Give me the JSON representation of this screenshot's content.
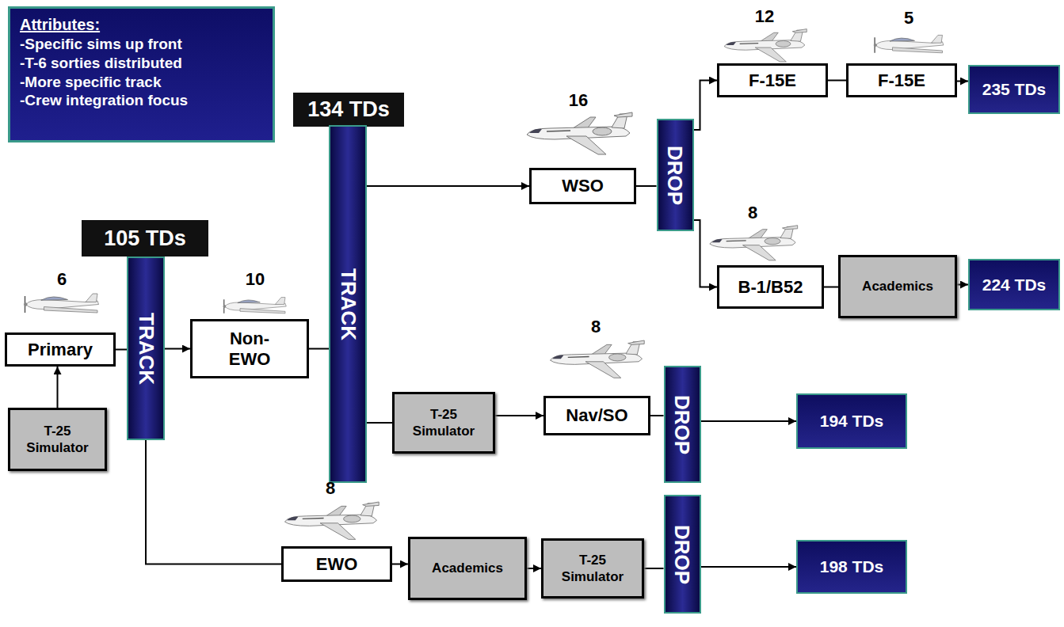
{
  "diagram": {
    "nodes": [
      {
        "text": [
          "Attributes:",
          "-Specific sims up front",
          "-T-6 sorties distributed",
          "-More specific track",
          "-Crew integration focus"
        ]
      },
      {
        "text": [
          "105 TDs"
        ]
      },
      {
        "text": [
          "TRACK"
        ]
      },
      {
        "text": [
          "Primary"
        ]
      },
      {
        "text": [
          "T-25 Simulator"
        ]
      },
      {
        "text": [
          "Non- EWO"
        ]
      },
      {
        "text": [
          "134 TDs"
        ]
      },
      {
        "text": [
          "TRACK"
        ]
      },
      {
        "text": [
          "WSO"
        ]
      },
      {
        "text": [
          "DROP"
        ]
      },
      {
        "text": [
          "F-15E"
        ]
      },
      {
        "text": [
          "F-15E"
        ]
      },
      {
        "text": [
          "235 TDs"
        ]
      },
      {
        "text": [
          "B-1/B52"
        ]
      },
      {
        "text": [
          "Academics"
        ]
      },
      {
        "text": [
          "224 TDs"
        ]
      },
      {
        "text": [
          "T-25 Simulator"
        ]
      },
      {
        "text": [
          "Nav/SO"
        ]
      },
      {
        "text": [
          "DROP"
        ]
      },
      {
        "text": [
          "194 TDs"
        ]
      },
      {
        "text": [
          "EWO"
        ]
      },
      {
        "text": [
          "Academics"
        ]
      },
      {
        "text": [
          "T-25 Simulator"
        ]
      },
      {
        "text": [
          "DROP"
        ]
      },
      {
        "text": [
          "198 TDs"
        ]
      }
    ],
    "edges": [
      {
        "from": 4,
        "to": 3,
        "arrow": "to"
      },
      {
        "from": 3,
        "to": 2,
        "arrow": "none"
      },
      {
        "from": 2,
        "to": 5,
        "arrow": "to"
      },
      {
        "from": 2,
        "to": 20,
        "arrow": "none"
      },
      {
        "from": 5,
        "to": 7,
        "arrow": "none"
      },
      {
        "from": 7,
        "to": 8,
        "arrow": "to"
      },
      {
        "from": 7,
        "to": 16,
        "arrow": "none"
      },
      {
        "from": 8,
        "to": 9,
        "arrow": "none"
      },
      {
        "from": 9,
        "to": 10,
        "arrow": "to"
      },
      {
        "from": 9,
        "to": 13,
        "arrow": "to"
      },
      {
        "from": 10,
        "to": 11,
        "arrow": "none"
      },
      {
        "from": 11,
        "to": 12,
        "arrow": "to"
      },
      {
        "from": 13,
        "to": 14,
        "arrow": "none"
      },
      {
        "from": 14,
        "to": 15,
        "arrow": "to"
      },
      {
        "from": 16,
        "to": 17,
        "arrow": "to"
      },
      {
        "from": 17,
        "to": 18,
        "arrow": "none"
      },
      {
        "from": 18,
        "to": 19,
        "arrow": "to"
      },
      {
        "from": 20,
        "to": 21,
        "arrow": "to"
      },
      {
        "from": 21,
        "to": 22,
        "arrow": "to"
      },
      {
        "from": 22,
        "to": 23,
        "arrow": "none"
      },
      {
        "from": 23,
        "to": 24,
        "arrow": "to"
      }
    ],
    "labels": [
      "6",
      "10",
      "16",
      "12",
      "5",
      "8",
      "8",
      "8"
    ]
  }
}
